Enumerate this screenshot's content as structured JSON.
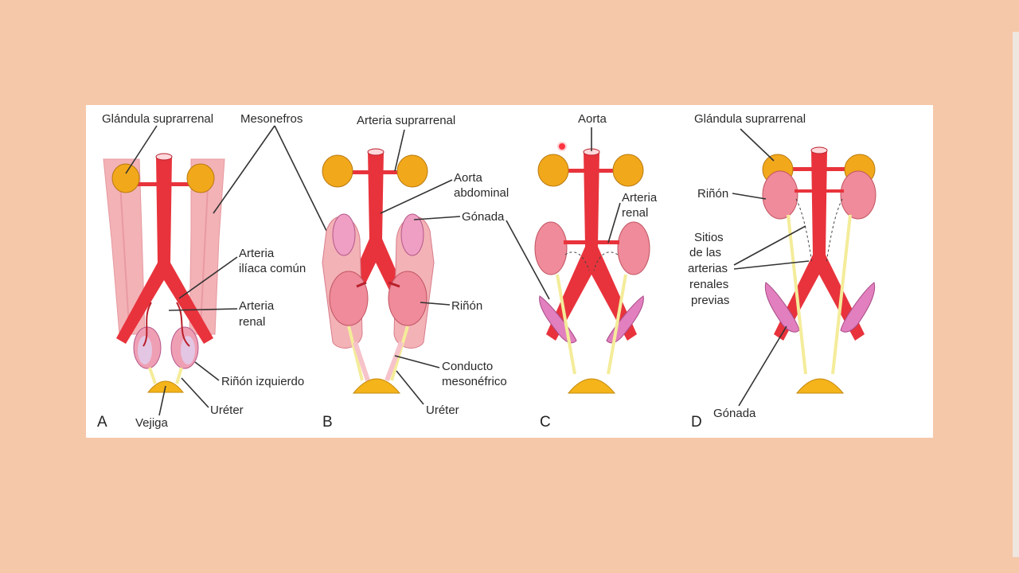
{
  "colors": {
    "background": "#f5c8aa",
    "card": "#ffffff",
    "artery": "#e8333c",
    "artery_dark": "#b81f2a",
    "adrenal": "#f2a81b",
    "mesonephros": "#f3b2b6",
    "kidney": "#ef8b9a",
    "gonad": "#e27fbe",
    "bladder": "#f4b41a",
    "ureter": "#f4ec9a"
  },
  "cursor": {
    "icon": "red-dot-cursor-icon"
  },
  "panels": {
    "A": {
      "letter": "A",
      "labels": {
        "glandula": "Glándula suprarrenal",
        "mesonefros": "Mesonefros",
        "arteria_iliaca_1": "Arteria",
        "arteria_iliaca_2": "ilíaca común",
        "arteria_renal_1": "Arteria",
        "arteria_renal_2": "renal",
        "rinon_izq": "Riñón izquierdo",
        "vejiga": "Vejiga",
        "ureter": "Uréter"
      }
    },
    "B": {
      "letter": "B",
      "labels": {
        "arteria_supra": "Arteria suprarrenal",
        "aorta_1": "Aorta",
        "aorta_2": "abdominal",
        "gonada": "Gónada",
        "rinon": "Riñón",
        "conducto_1": "Conducto",
        "conducto_2": "mesonéfrico",
        "ureter": "Uréter"
      }
    },
    "C": {
      "letter": "C",
      "labels": {
        "aorta": "Aorta",
        "arteria_1": "Arteria",
        "arteria_2": "renal"
      }
    },
    "D": {
      "letter": "D",
      "labels": {
        "glandula": "Glándula suprarrenal",
        "rinon": "Riñón",
        "sitios_1": "Sitios",
        "sitios_2": "de las",
        "sitios_3": "arterias",
        "sitios_4": "renales",
        "sitios_5": "previas",
        "gonada": "Gónada"
      }
    }
  }
}
